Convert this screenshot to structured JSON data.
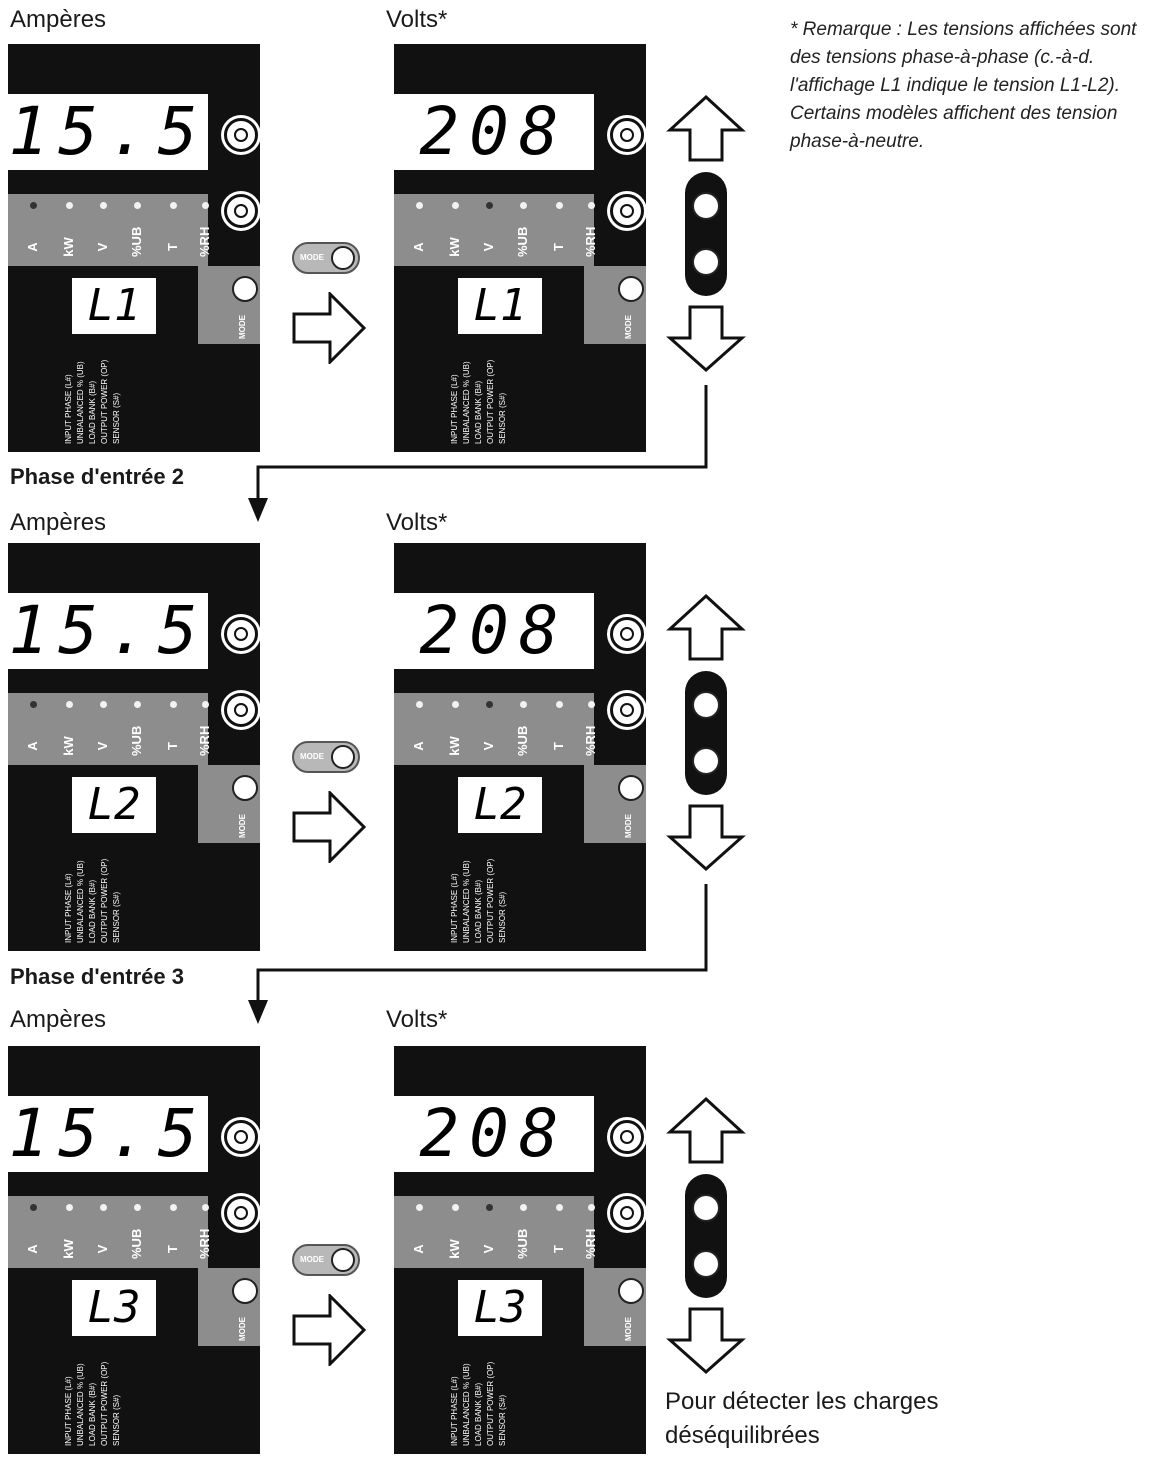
{
  "note": "* Remarque : Les tensions affichées sont des tensions phase-à-phase (c.-à-d. l'affichage L1 indique le tension L1-L2). Certains modèles affichent des tension phase-à-neutre.",
  "footer": "Pour détecter les charges déséquilibrées",
  "indicators": [
    "A",
    "kW",
    "V",
    "%UB",
    "T",
    "%RH"
  ],
  "phase_list": [
    "INPUT PHASE (L#)",
    "UNBALANCED % (UB)",
    "LOAD BANK (B#)",
    "OUTPUT POWER (OP)",
    "SENSOR (S#)"
  ],
  "mode_label": "MODE",
  "rows": [
    {
      "section_title": "",
      "amps": {
        "label": "Ampères",
        "display": "15.5",
        "phase": "L1"
      },
      "volts": {
        "label": "Volts*",
        "display": "208",
        "phase": "L1"
      }
    },
    {
      "section_title": "Phase d'entrée 2",
      "amps": {
        "label": "Ampères",
        "display": "15.5",
        "phase": "L2"
      },
      "volts": {
        "label": "Volts*",
        "display": "208",
        "phase": "L2"
      }
    },
    {
      "section_title": "Phase d'entrée 3",
      "amps": {
        "label": "Ampères",
        "display": "15.5",
        "phase": "L3"
      },
      "volts": {
        "label": "Volts*",
        "display": "208",
        "phase": "L3"
      }
    }
  ]
}
